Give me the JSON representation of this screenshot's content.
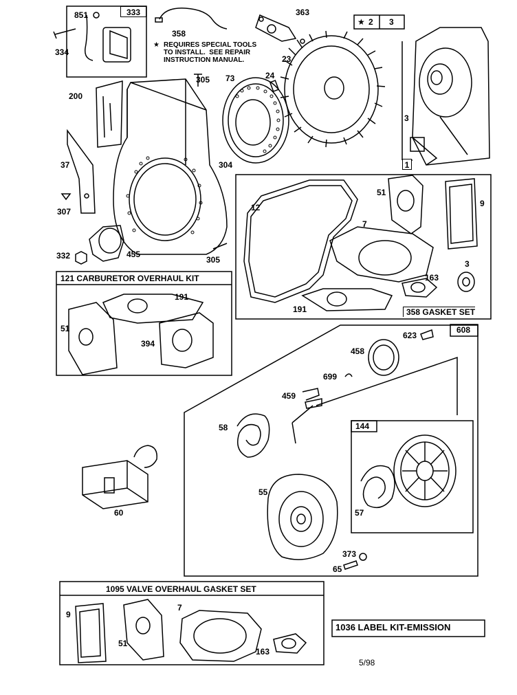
{
  "callouts": {
    "c851": "851",
    "c333": "333",
    "c358": "358",
    "c363": "363",
    "c334": "334",
    "c2": "2",
    "c3top": "3",
    "c23": "23",
    "c305a": "305",
    "c73": "73",
    "c24": "24",
    "c200": "200",
    "c3side": "3",
    "c1": "1",
    "c37": "37",
    "c304": "304",
    "c307": "307",
    "c12": "12",
    "c51a": "51",
    "c9a": "9",
    "c7a": "7",
    "c332": "332",
    "c455": "455",
    "c305b": "305",
    "c3b": "3",
    "c163a": "163",
    "c191a": "191",
    "c191b": "191",
    "c51b": "51",
    "c394": "394",
    "c623": "623",
    "c608": "608",
    "c458": "458",
    "c699": "699",
    "c459": "459",
    "c58": "58",
    "c144": "144",
    "c60": "60",
    "c55": "55",
    "c57": "57",
    "c373": "373",
    "c65": "65",
    "c9b": "9",
    "c7b": "7",
    "c51c": "51",
    "c163b": "163"
  },
  "star_symbol": "★",
  "note": {
    "star": "★",
    "text": "REQUIRES SPECIAL TOOLS\nTO INSTALL.  SEE REPAIR\nINSTRUCTION MANUAL."
  },
  "kits": {
    "carburetor": "121 CARBURETOR OVERHAUL KIT",
    "gasket_set": "358 GASKET SET",
    "valve_gasket": "1095 VALVE OVERHAUL GASKET SET",
    "label_kit": "1036 LABEL KIT-EMISSION"
  },
  "date_code": "5/98"
}
